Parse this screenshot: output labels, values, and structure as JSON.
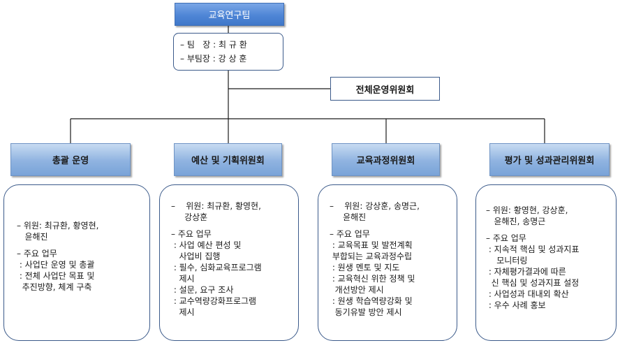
{
  "team": {
    "title": "교육연구팀",
    "leader_line": "– 팀   장 : 최 규 환",
    "subleader_line": "– 부팀장 : 강 상 훈"
  },
  "committee": {
    "title": "전체운영위원회"
  },
  "units": [
    {
      "title": "총괄 운영",
      "lines": [
        "– 위원: 최규환, 황영현,",
        "   윤해진",
        "",
        "– 주요 업무",
        " : 사업단 운영 및 총괄",
        " : 전체 사업단 목표 및",
        "  추진방향, 체계 구축"
      ]
    },
    {
      "title": "예산 및 기획위원회",
      "lines": [
        "–    위원: 최규환, 황영현,",
        "     강상훈",
        "",
        "– 주요 업무",
        " : 사업 예산 편성 및",
        "   사업비 집행",
        " : 필수, 심화교육프로그램",
        "   제시",
        " : 설문, 요구 조사",
        " : 교수역량강화프로그램",
        "   제시"
      ]
    },
    {
      "title": "교육과정위원회",
      "lines": [
        "–    위원: 강상훈, 송명근,",
        "     윤해진",
        "",
        "– 주요 업무",
        " : 교육목표 및 발전계획",
        " 부합되는 교육과정수립",
        " : 원생 멘토 및 지도",
        " : 교육혁신 위한 정책 및",
        "  개선방안 제시",
        " : 원생 학습역량강화 및",
        "  동기유발 방안 제시"
      ]
    },
    {
      "title": "평가 및 성과관리위원회",
      "lines": [
        "– 위원: 황영현, 강상훈,",
        "   윤해진, 송명근",
        "",
        "– 주요 업무",
        " : 지속적 핵심 및 성과지표",
        "    모니터링",
        " : 자체평가결과에 따른",
        "  신 핵심 및 성과지표 설정",
        " : 사업성과 대내외 확산",
        " : 우수 사례 홍보"
      ]
    }
  ]
}
